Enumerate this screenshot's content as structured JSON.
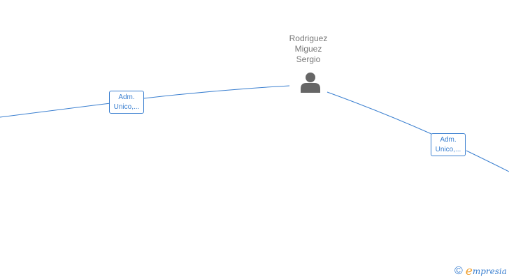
{
  "person": {
    "name_lines": [
      "Rodriguez",
      "Miguez",
      "Sergio"
    ],
    "icon": "person-icon"
  },
  "relations": [
    {
      "label_lines": [
        "Adm.",
        "Unico,..."
      ]
    },
    {
      "label_lines": [
        "Adm.",
        "Unico,..."
      ]
    }
  ],
  "footer": {
    "copyright_symbol": "©",
    "brand_initial": "e",
    "brand_rest": "mpresia"
  },
  "colors": {
    "edge": "#3a7fd0",
    "person_text": "#777777",
    "person_icon": "#666666",
    "brand_accent": "#f0a030"
  }
}
